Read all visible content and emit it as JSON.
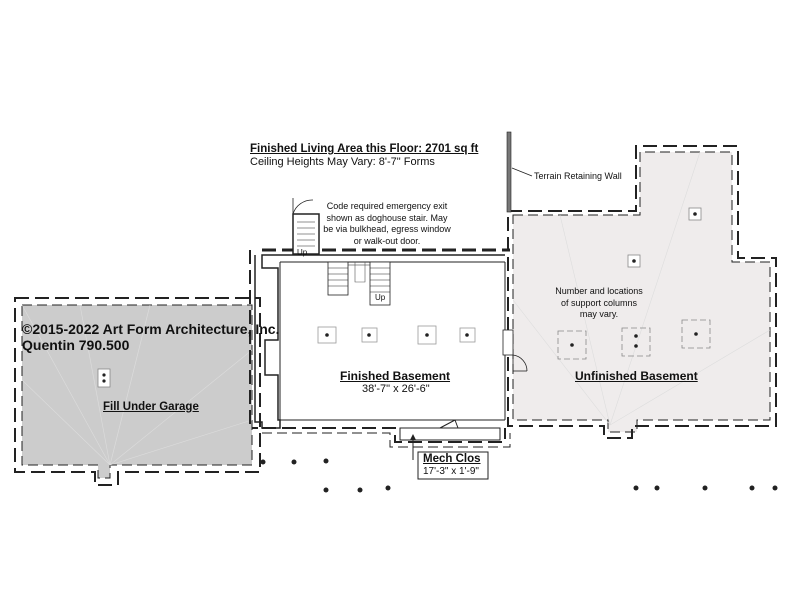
{
  "header": {
    "living_area": "Finished Living Area this Floor: 2701 sq ft",
    "ceiling": "Ceiling Heights May Vary: 8'-7\" Forms"
  },
  "notes": {
    "emergency_exit": "Code required emergency exit shown as doghouse stair. May be via bulkhead, egress window or walk-out door.",
    "retaining_wall": "Terrain Retaining Wall",
    "support_columns": "Number and locations of support columns may vary."
  },
  "copyright": {
    "line1": "©2015-2022 Art Form Architecture, Inc.",
    "line2": "Quentin 790.500"
  },
  "rooms": {
    "garage_fill": {
      "name": "Fill Under Garage"
    },
    "finished": {
      "name": "Finished Basement",
      "dims": "38'-7\" x 26'-6\""
    },
    "unfinished": {
      "name": "Unfinished Basement"
    },
    "mech": {
      "name": "Mech Clos",
      "dims": "17'-3\" x 1'-9\""
    }
  },
  "stairs": {
    "up_label": "Up"
  },
  "colors": {
    "line": "#222222",
    "garage_fill": "#cccccc",
    "unfinished_fill": "#efecec",
    "wall_fill": "#ffffff"
  }
}
